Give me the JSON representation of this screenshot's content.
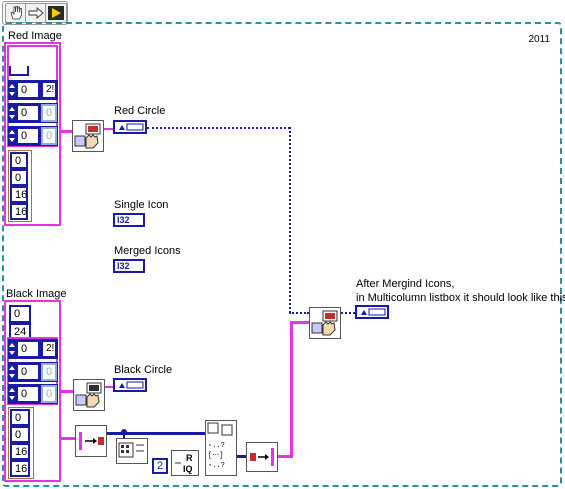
{
  "toolbar": {
    "tools": [
      "hand-tool-icon",
      "arrow-tool-icon",
      "run-icon"
    ]
  },
  "diagram": {
    "year": "2011",
    "red_cluster": {
      "label": "Red Image",
      "top_value": "",
      "rows": [
        {
          "a": "0",
          "b": "2!"
        },
        {
          "a": "0",
          "b": "0"
        },
        {
          "a": "0",
          "b": "0"
        }
      ],
      "rect": [
        "0",
        "0",
        "16",
        "16"
      ]
    },
    "black_cluster": {
      "label": "Black Image",
      "top_values": [
        "0",
        "24"
      ],
      "rows": [
        {
          "a": "0",
          "b": "2!"
        },
        {
          "a": "0",
          "b": "0"
        },
        {
          "a": "0",
          "b": "0"
        }
      ],
      "rect": [
        "0",
        "0",
        "16",
        "16"
      ]
    },
    "terminals": {
      "red_circle": "Red Circle",
      "single_icon": "Single Icon",
      "merged_icons": "Merged Icons",
      "black_circle": "Black Circle",
      "after_line1": "After Mergind Icons,",
      "after_line2": "in Multicolumn listbox it should look like this",
      "i32": "I32",
      "constant_2": "2"
    }
  }
}
